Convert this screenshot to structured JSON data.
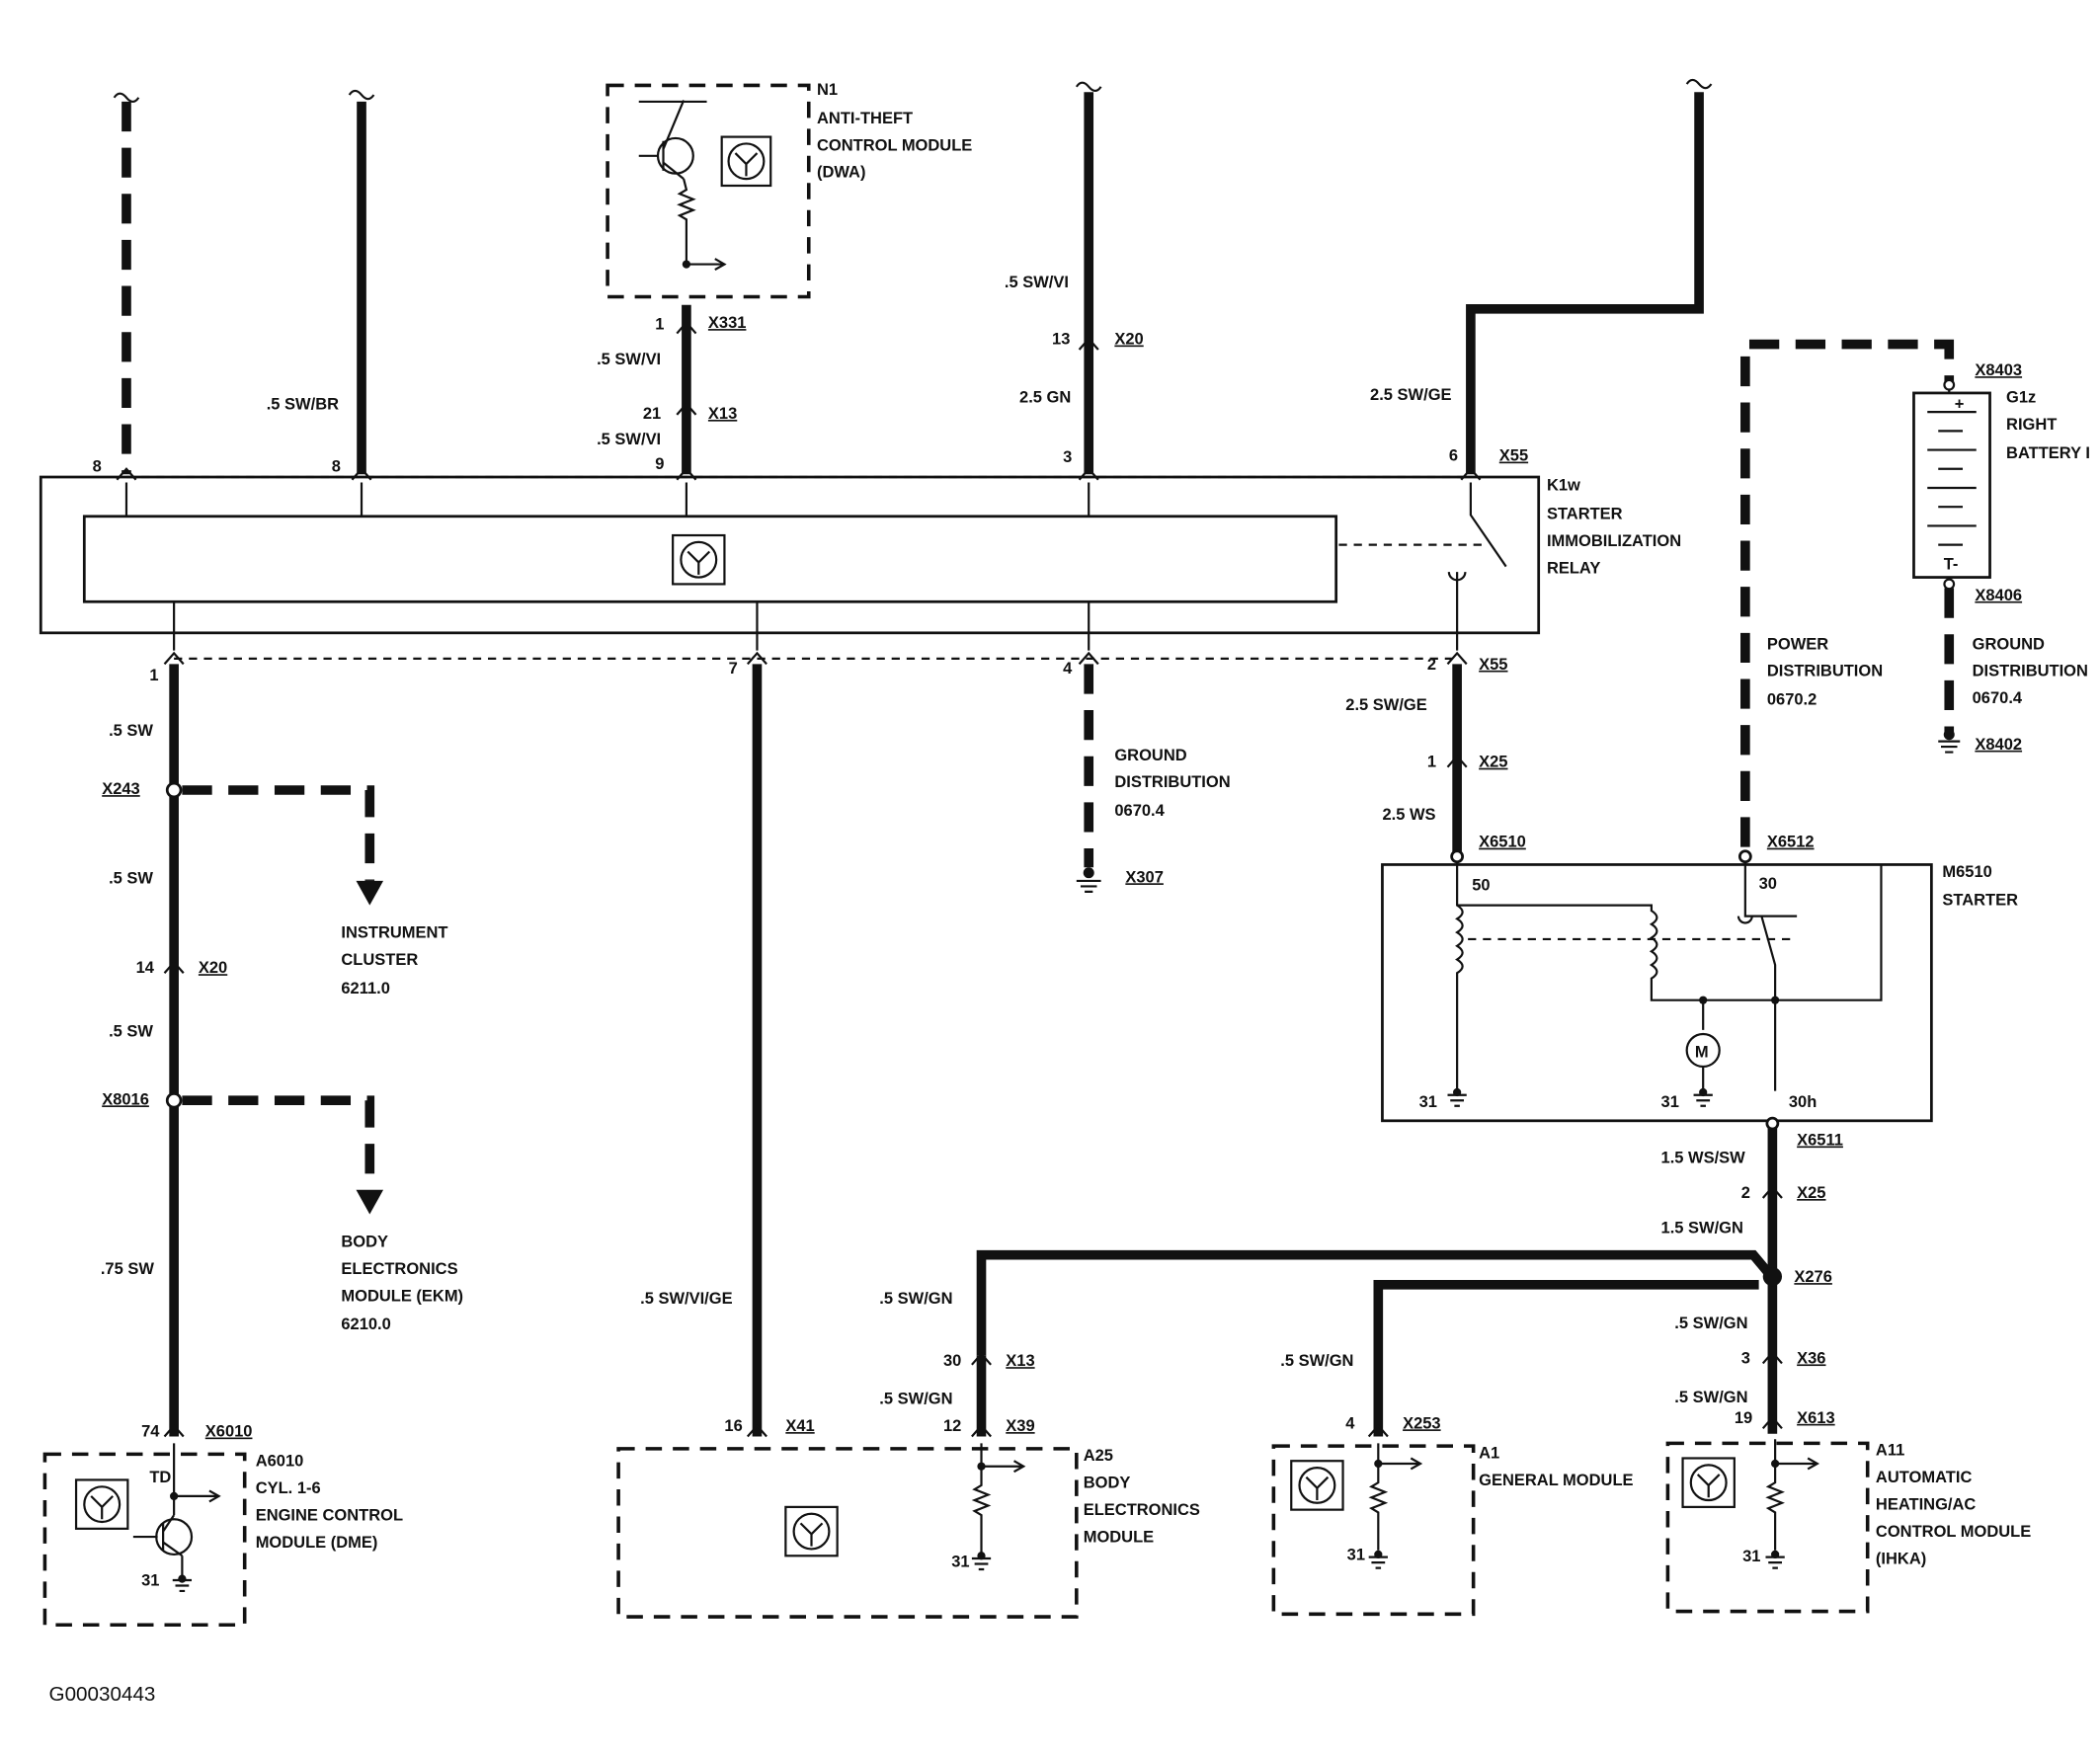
{
  "diagram": {
    "figure_id": "G00030443",
    "components": {
      "n1": {
        "ref": "N1",
        "line1": "ANTI-THEFT",
        "line2": "CONTROL MODULE",
        "line3": "(DWA)"
      },
      "k1w": {
        "ref": "K1w",
        "line1": "STARTER",
        "line2": "IMMOBILIZATION",
        "line3": "RELAY"
      },
      "g1z": {
        "ref": "G1z",
        "line1": "RIGHT",
        "line2": "BATTERY I"
      },
      "m6510": {
        "ref": "M6510",
        "line1": "STARTER"
      },
      "a6010": {
        "ref": "A6010",
        "line1": "CYL. 1-6",
        "line2": "ENGINE CONTROL",
        "line3": "MODULE (DME)"
      },
      "a25": {
        "ref": "A25",
        "line1": "BODY",
        "line2": "ELECTRONICS",
        "line3": "MODULE"
      },
      "a1": {
        "ref": "A1",
        "line1": "GENERAL MODULE"
      },
      "a11": {
        "ref": "A11",
        "line1": "AUTOMATIC",
        "line2": "HEATING/AC",
        "line3": "CONTROL MODULE",
        "line4": "(IHKA)"
      }
    },
    "references": {
      "instrument": {
        "line1": "INSTRUMENT",
        "line2": "CLUSTER",
        "line3": "6211.0"
      },
      "ekm": {
        "line1": "BODY",
        "line2": "ELECTRONICS",
        "line3": "MODULE (EKM)",
        "line4": "6210.0"
      },
      "ground_dist_mid": {
        "line1": "GROUND",
        "line2": "DISTRIBUTION",
        "line3": "0670.4"
      },
      "power_dist": {
        "line1": "POWER",
        "line2": "DISTRIBUTION",
        "line3": "0670.2"
      },
      "ground_dist_right": {
        "line1": "GROUND",
        "line2": "DISTRIBUTION",
        "line3": "0670.4"
      }
    },
    "connectors": {
      "x331": "X331",
      "x13_top": "X13",
      "x20_top": "X20",
      "x55_top": "X55",
      "x55_bot": "X55",
      "x25_mid": "X25",
      "x6510": "X6510",
      "x6512": "X6512",
      "x8403": "X8403",
      "x8406": "X8406",
      "x8402": "X8402",
      "x243": "X243",
      "x20_left": "X20",
      "x8016": "X8016",
      "x6010": "X6010",
      "x307": "X307",
      "x41": "X41",
      "x13_bot": "X13",
      "x39": "X39",
      "x253": "X253",
      "x6511": "X6511",
      "x25_right": "X25",
      "x276": "X276",
      "x36": "X36",
      "x613": "X613"
    },
    "wires": {
      "w_sw_br": ".5 SW/BR",
      "w_n1_a": ".5 SW/VI",
      "w_n1_b": ".5 SW/VI",
      "w_x20_top": ".5 SW/VI",
      "w_gn": "2.5 GN",
      "w_swge_top": "2.5 SW/GE",
      "w_swge_bot": "2.5 SW/GE",
      "w_ws": "2.5 WS",
      "w_sw_1": ".5 SW",
      "w_sw_2": ".5 SW",
      "w_sw_3": ".5 SW",
      "w_sw_75": ".75 SW",
      "w_swvige": ".5 SW/VI/GE",
      "w_swgn_a25a": ".5 SW/GN",
      "w_swgn_a25b": ".5 SW/GN",
      "w_swgn_a1": ".5 SW/GN",
      "w_wssw": "1.5 WS/SW",
      "w_swgn_15": "1.5 SW/GN",
      "w_swgn_r1": ".5 SW/GN",
      "w_swgn_r2": ".5 SW/GN"
    },
    "pins": {
      "p_top_8a": "8",
      "p_top_8b": "8",
      "p_top_9": "9",
      "p_top_3": "3",
      "p_top_6": "6",
      "p_n1_1": "1",
      "p_n1_21": "21",
      "p_x20_13": "13",
      "p_bot_1": "1",
      "p_bot_7": "7",
      "p_bot_4": "4",
      "p_bot_2": "2",
      "p_x25_1": "1",
      "p_x20_14": "14",
      "p_74": "74",
      "p_td": "TD",
      "p_dme_31": "31",
      "p_16": "16",
      "p_30": "30",
      "p_12": "12",
      "p_a25_31": "31",
      "p_a1_4": "4",
      "p_a1_31": "31",
      "p_r2": "2",
      "p_r3": "3",
      "p_r19": "19",
      "p_a11_31": "31",
      "p_st_50": "50",
      "p_st_30": "30",
      "p_st_31a": "31",
      "p_st_31b": "31",
      "p_st_30h": "30h",
      "p_bat_plus": "+",
      "p_bat_minus": "T-"
    },
    "motor_symbol": "M"
  }
}
